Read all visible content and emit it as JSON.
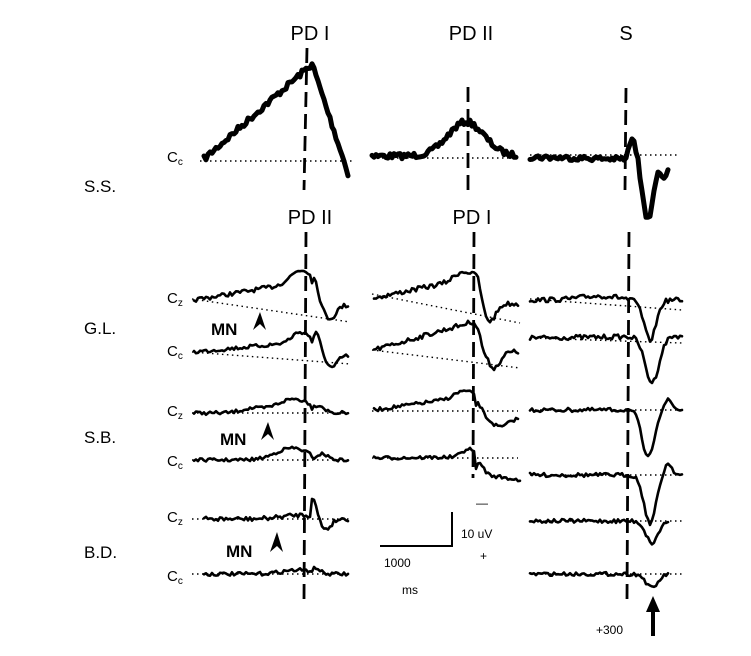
{
  "figure": {
    "top_columns": [
      "PD I",
      "PD II",
      "S"
    ],
    "bottom_columns": [
      "PD II",
      "PD I"
    ],
    "rows": {
      "ss": {
        "label": "S.S.",
        "channels": [
          "Cc"
        ]
      },
      "gl": {
        "label": "G.L.",
        "channels": [
          "Cz",
          "Cc"
        ]
      },
      "sb": {
        "label": "S.B.",
        "channels": [
          "Cz",
          "Cc"
        ]
      },
      "bd": {
        "label": "B.D.",
        "channels": [
          "Cz",
          "Cc"
        ]
      }
    },
    "channel_base": "C",
    "channel_sub_z": "z",
    "channel_sub_c": "c",
    "mn_label": "MN",
    "scale": {
      "time": "1000",
      "time_unit": "ms",
      "amplitude": "10 uV",
      "polarity_minus": "—",
      "polarity_plus": "+"
    },
    "arrow_label": "+300"
  }
}
